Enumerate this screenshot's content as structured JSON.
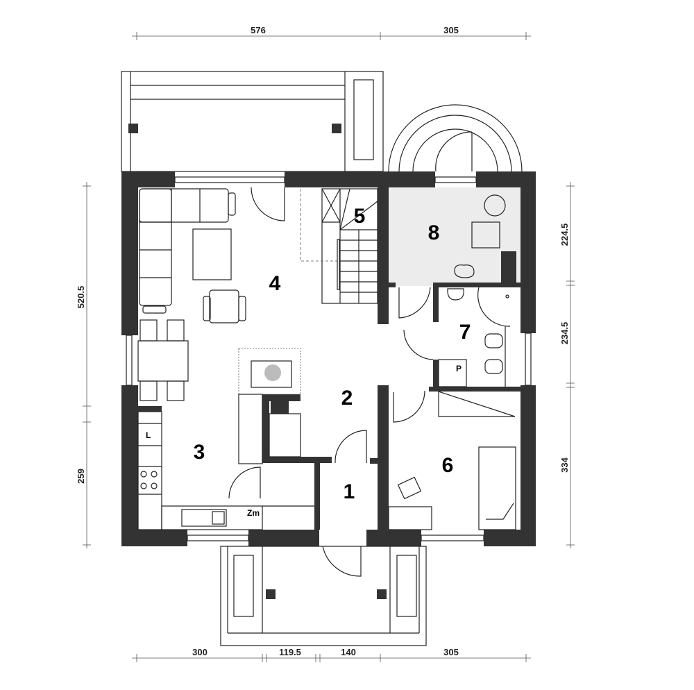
{
  "plan": {
    "wall_color": "#333333",
    "utility_room_fill": "#ececec",
    "dimensions": {
      "top": [
        "576",
        "305"
      ],
      "bottom": [
        "300",
        "119.5",
        "140",
        "305"
      ],
      "left": [
        "520.5",
        "259"
      ],
      "right": [
        "224.5",
        "234.5",
        "334"
      ]
    },
    "rooms": [
      "1",
      "2",
      "3",
      "4",
      "5",
      "6",
      "7",
      "8"
    ],
    "fixture_labels": {
      "fridge": "L",
      "cold_storage": "Zm",
      "shower_tray": "P"
    }
  }
}
